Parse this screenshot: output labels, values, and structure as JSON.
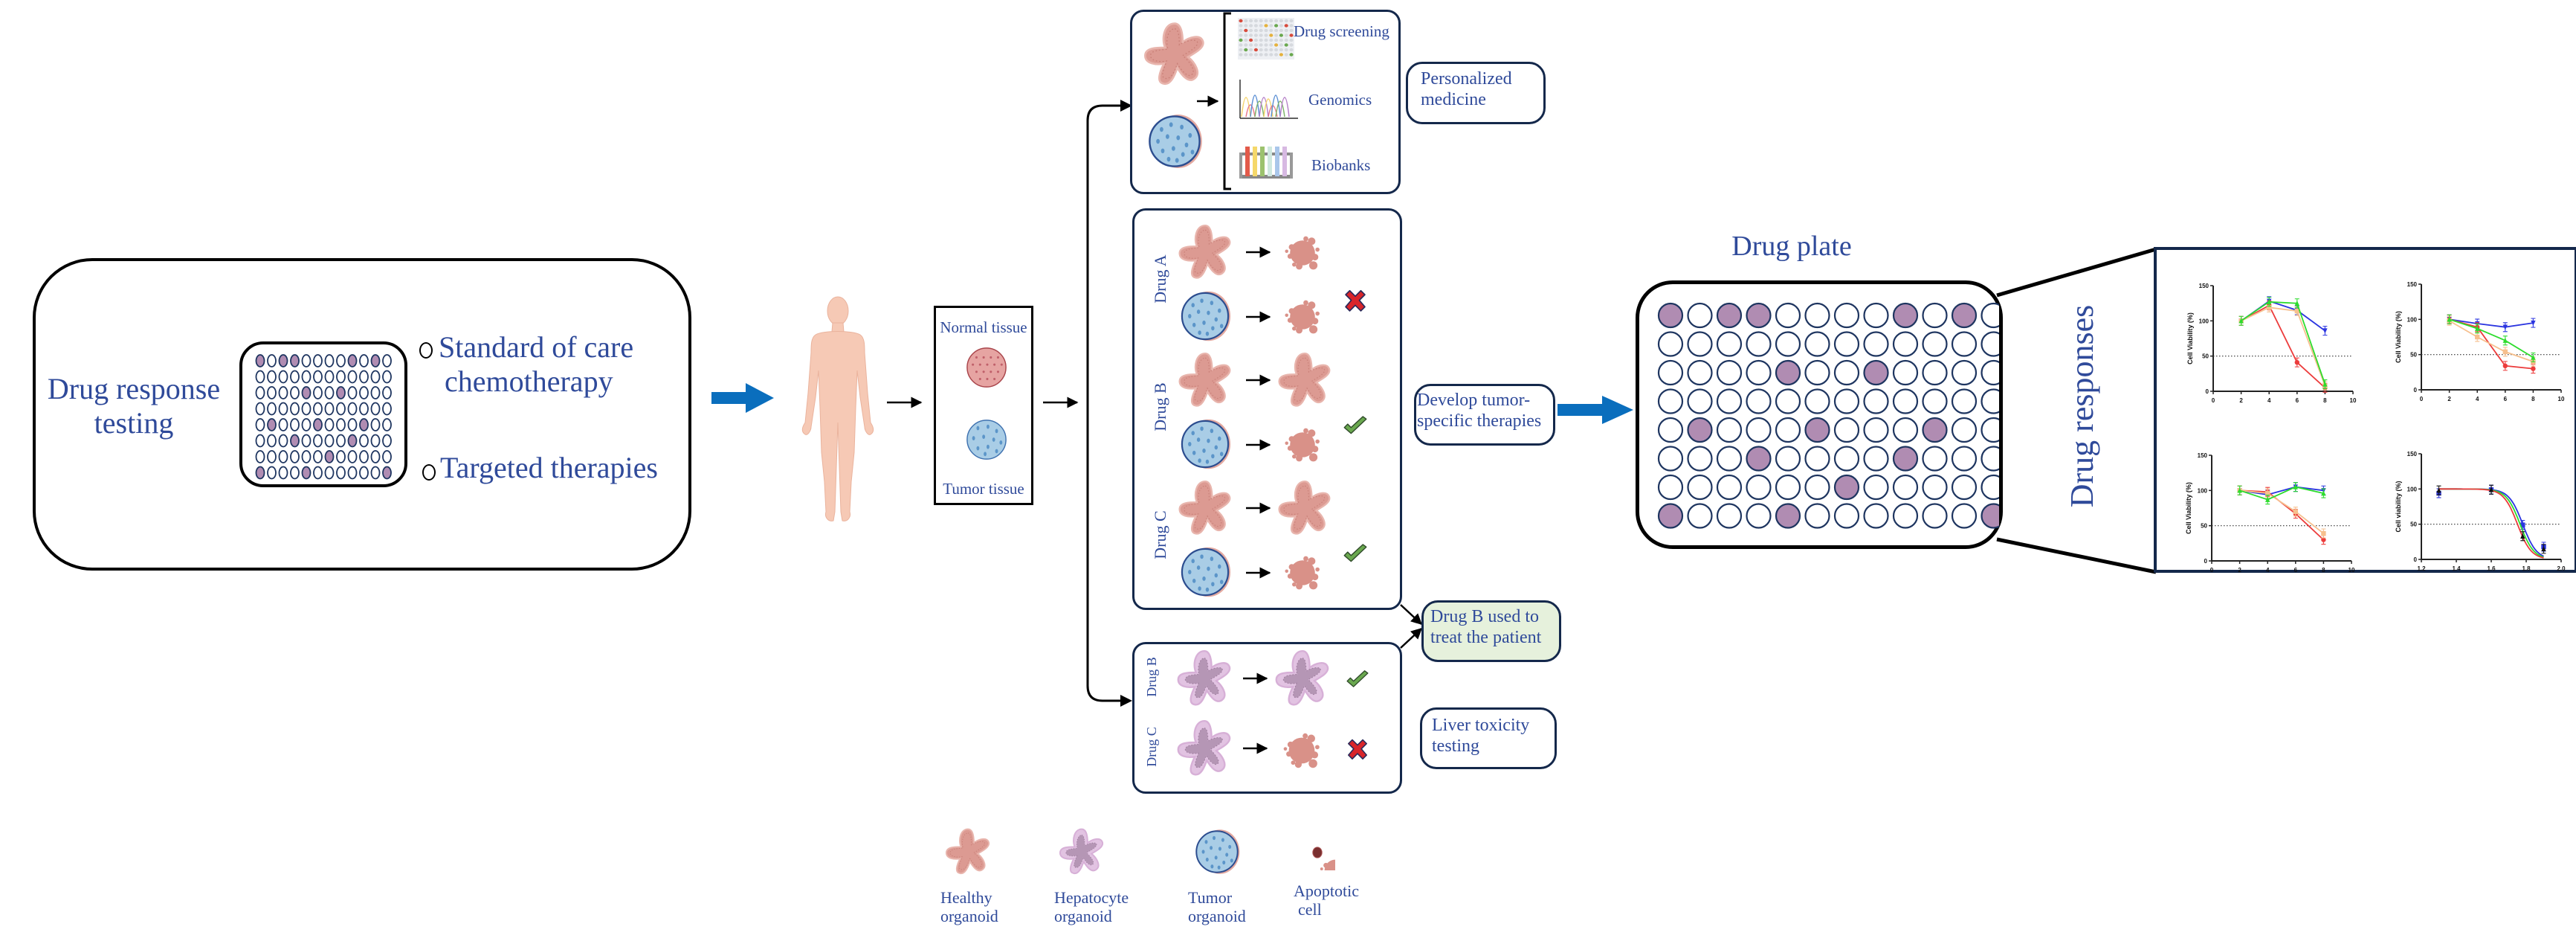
{
  "overview": {
    "title_lines": [
      "Drug response",
      "testing"
    ],
    "options": [
      {
        "icon": "bullet-circle-icon",
        "lines": [
          "Standard of care",
          "chemotherapy"
        ]
      },
      {
        "icon": "bullet-circle-icon",
        "lines": [
          "Targeted therapies"
        ]
      }
    ]
  },
  "mini_plate": {
    "rows": 8,
    "cols": 12,
    "filled_wells": [
      [
        1,
        1
      ],
      [
        1,
        3
      ],
      [
        1,
        4
      ],
      [
        1,
        9
      ],
      [
        1,
        11
      ],
      [
        3,
        5
      ],
      [
        3,
        8
      ],
      [
        5,
        2
      ],
      [
        5,
        6
      ],
      [
        5,
        10
      ],
      [
        6,
        4
      ],
      [
        6,
        9
      ],
      [
        7,
        7
      ],
      [
        8,
        1
      ],
      [
        8,
        5
      ],
      [
        8,
        12
      ]
    ],
    "fill_color": "#b08cb2",
    "stroke_color": "#1e3560"
  },
  "tissue": {
    "normal_label": "Normal tissue",
    "tumor_label": "Tumor tissue"
  },
  "personalized": {
    "items": [
      {
        "label": "Drug screening",
        "icon": "screening-plate-icon"
      },
      {
        "label": "Genomics",
        "icon": "genomics-chromatogram-icon"
      },
      {
        "label": "Biobanks",
        "icon": "test-tube-rack-icon"
      }
    ],
    "outcome_lines": [
      "Personalized",
      "medicine"
    ]
  },
  "tumor_tests": {
    "drugs": [
      {
        "name": "Drug A",
        "healthy_result": "apoptotic",
        "tumor_result": "apoptotic",
        "verdict": "cross"
      },
      {
        "name": "Drug B",
        "healthy_result": "healthy",
        "tumor_result": "apoptotic",
        "verdict": "check"
      },
      {
        "name": "Drug C",
        "healthy_result": "healthy",
        "tumor_result": "apoptotic",
        "verdict": "check"
      }
    ],
    "outcome_lines": [
      "Develop tumor-",
      "specific therapies"
    ]
  },
  "treatment": {
    "lines": [
      "Drug B used to",
      "treat the patient"
    ],
    "bg_color": "#e6f1dc"
  },
  "liver_tests": {
    "drugs": [
      {
        "name": "Drug B",
        "result": "hepatocyte",
        "verdict": "check"
      },
      {
        "name": "Drug C",
        "result": "apoptotic",
        "verdict": "cross"
      }
    ],
    "outcome_lines": [
      "Liver toxicity",
      "testing"
    ]
  },
  "legend": [
    {
      "icon": "healthy-organoid-icon",
      "lines": [
        "Healthy",
        "organoid"
      ]
    },
    {
      "icon": "hepatocyte-organoid-icon",
      "lines": [
        "Hepatocyte",
        "organoid"
      ]
    },
    {
      "icon": "tumor-organoid-icon",
      "lines": [
        "Tumor",
        "organoid"
      ]
    },
    {
      "icon": "apoptotic-cell-icon",
      "lines": [
        "Apoptotic",
        "cell"
      ]
    }
  ],
  "drug_plate": {
    "title": "Drug plate",
    "rows": 8,
    "cols": 12,
    "filled_wells": [
      [
        1,
        1
      ],
      [
        1,
        3
      ],
      [
        1,
        4
      ],
      [
        1,
        9
      ],
      [
        1,
        11
      ],
      [
        3,
        5
      ],
      [
        3,
        8
      ],
      [
        5,
        2
      ],
      [
        5,
        6
      ],
      [
        5,
        10
      ],
      [
        6,
        4
      ],
      [
        6,
        9
      ],
      [
        7,
        7
      ],
      [
        8,
        1
      ],
      [
        8,
        5
      ],
      [
        8,
        12
      ]
    ]
  },
  "responses_title": "Drug responses",
  "colors": {
    "text_blue": "#2f4a9a",
    "arrow_blue": "#0a6ebd",
    "navy_border": "#14284b",
    "check_green": "#6aa84f",
    "cross_red": "#d9252a",
    "healthy_organoid": "#dc9a92",
    "hepatocyte_organoid": "#b99ab9",
    "tumor_organoid": "#a9cde6"
  },
  "chart_data": [
    {
      "type": "line",
      "title": "",
      "xlabel": "",
      "ylabel": "Cell Viability (%)",
      "xlim": [
        0,
        10
      ],
      "ylim": [
        0,
        150
      ],
      "xticks": [
        "0",
        "2",
        "4",
        "6",
        "8",
        "10"
      ],
      "yticks": [
        "0",
        "50",
        "100",
        "150"
      ],
      "reference_line": 50,
      "x": [
        2,
        4,
        6,
        8
      ],
      "series": [
        {
          "name": "blue",
          "color": "#2b35e0",
          "marker": "triangle-down",
          "values": [
            100,
            128,
            115,
            86
          ]
        },
        {
          "name": "red",
          "color": "#ec3c3c",
          "marker": "circle",
          "values": [
            100,
            122,
            41,
            5
          ]
        },
        {
          "name": "orange",
          "color": "#f6c08e",
          "marker": "square",
          "values": [
            100,
            119,
            114,
            8
          ]
        },
        {
          "name": "green",
          "color": "#2ddc2d",
          "marker": "triangle-up",
          "values": [
            100,
            127,
            125,
            10
          ]
        }
      ]
    },
    {
      "type": "line",
      "title": "",
      "xlabel": "",
      "ylabel": "Cell Viability (%)",
      "xlim": [
        0,
        10
      ],
      "ylim": [
        0,
        150
      ],
      "xticks": [
        "0",
        "2",
        "4",
        "6",
        "8",
        "10"
      ],
      "yticks": [
        "0",
        "50",
        "100",
        "150"
      ],
      "reference_line": 50,
      "x": [
        2,
        4,
        6,
        8
      ],
      "series": [
        {
          "name": "blue",
          "color": "#2b35e0",
          "marker": "triangle-down",
          "values": [
            100,
            94,
            89,
            95
          ]
        },
        {
          "name": "red",
          "color": "#ec3c3c",
          "marker": "circle",
          "values": [
            100,
            89,
            34,
            30
          ]
        },
        {
          "name": "orange",
          "color": "#f6c08e",
          "marker": "square",
          "values": [
            98,
            75,
            54,
            40
          ]
        },
        {
          "name": "green",
          "color": "#2ddc2d",
          "marker": "triangle-up",
          "values": [
            100,
            87,
            70,
            46
          ]
        }
      ]
    },
    {
      "type": "line",
      "title": "",
      "xlabel": "",
      "ylabel": "Cell Viability (%)",
      "xlim": [
        0,
        10
      ],
      "ylim": [
        0,
        150
      ],
      "xticks": [
        "0",
        "2",
        "4",
        "6",
        "8",
        "10"
      ],
      "yticks": [
        "0",
        "50",
        "100",
        "150"
      ],
      "reference_line": 50,
      "x": [
        2,
        4,
        6,
        8
      ],
      "series": [
        {
          "name": "blue",
          "color": "#2b35e0",
          "marker": "triangle-down",
          "values": [
            100,
            94,
            105,
            100
          ]
        },
        {
          "name": "red",
          "color": "#ec3c3c",
          "marker": "circle",
          "values": [
            100,
            98,
            67,
            30
          ]
        },
        {
          "name": "orange",
          "color": "#f6c08e",
          "marker": "square",
          "values": [
            100,
            96,
            70,
            39
          ]
        },
        {
          "name": "green",
          "color": "#2ddc2d",
          "marker": "triangle-up",
          "values": [
            100,
            87,
            105,
            96
          ]
        }
      ]
    },
    {
      "type": "line",
      "title": "",
      "xlabel": "",
      "ylabel": "Cell viability (%)",
      "xlim": [
        1.2,
        2.0
      ],
      "ylim": [
        0,
        150
      ],
      "xticks": [
        "1.2",
        "1.4",
        "1.6",
        "1.8",
        "2.0"
      ],
      "yticks": [
        "0",
        "50",
        "100",
        "150"
      ],
      "reference_line": 50,
      "fit": "sigmoid",
      "x": [
        1.3,
        1.6,
        1.78,
        1.9
      ],
      "series": [
        {
          "name": "blue",
          "color": "#2b35e0",
          "marker": "square",
          "values": [
            94,
            99,
            49,
            18
          ],
          "ic50": 1.78
        },
        {
          "name": "green",
          "color": "#2ddc2d",
          "marker": "none",
          "values": [
            100,
            97,
            42,
            13
          ],
          "ic50": 1.765
        },
        {
          "name": "red",
          "color": "#ec3c3c",
          "marker": "none",
          "values": [
            100,
            96,
            38,
            10
          ],
          "ic50": 1.75
        },
        {
          "name": "black",
          "color": "#111111",
          "marker": "triangle-up",
          "values": [
            98,
            99,
            33,
            15
          ],
          "ic50": null
        }
      ]
    }
  ]
}
